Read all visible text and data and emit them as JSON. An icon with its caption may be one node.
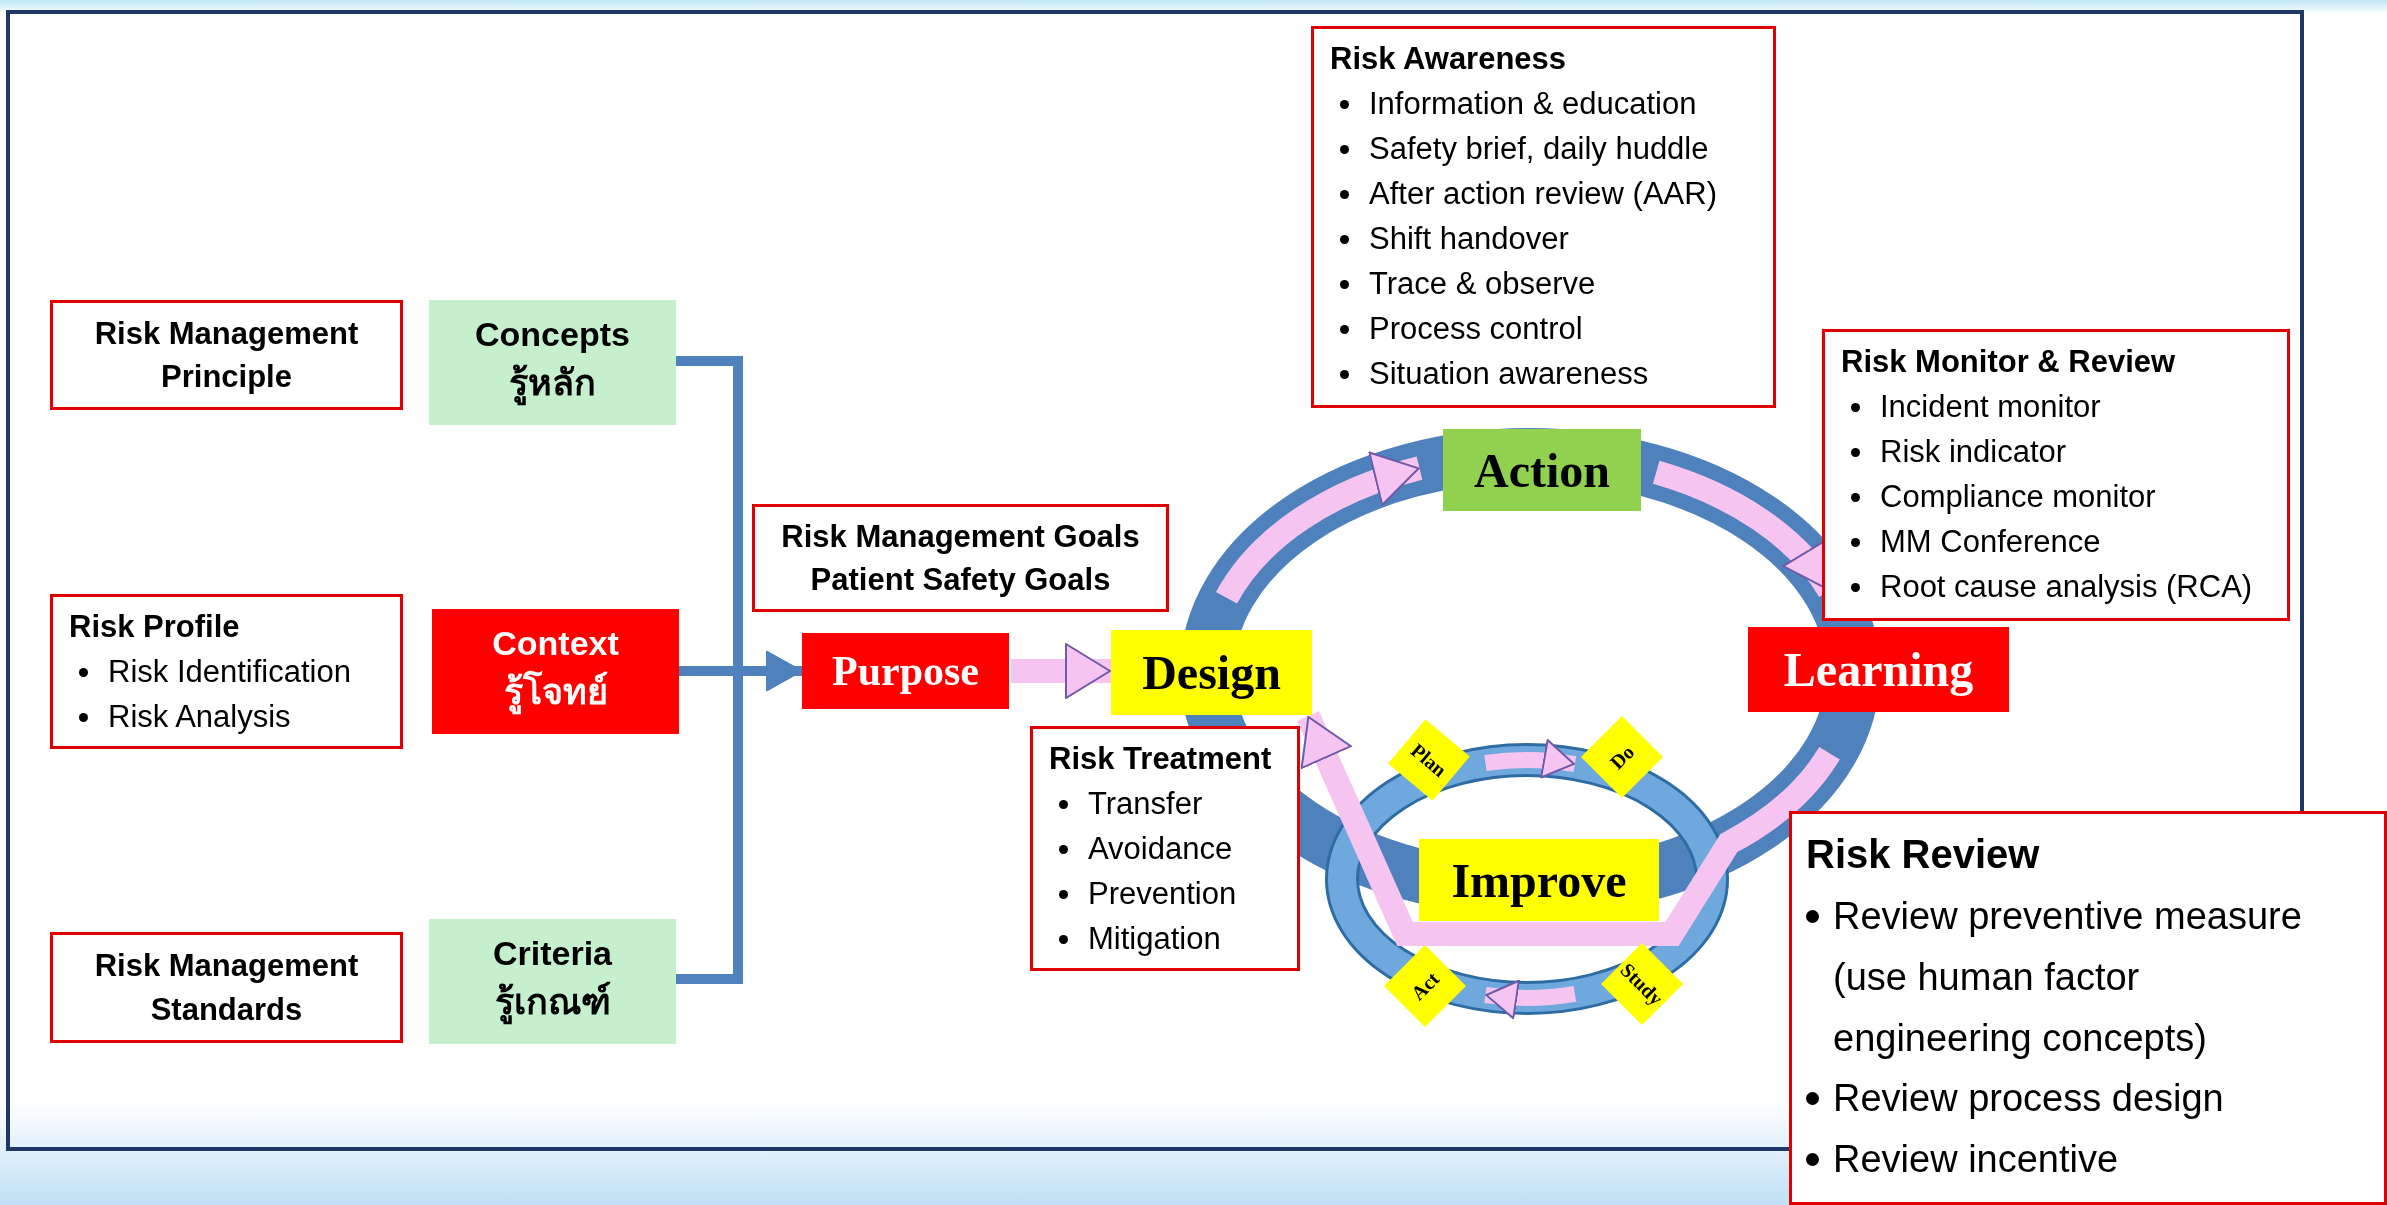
{
  "diagram": {
    "nodes": [
      {
        "text": [
          "Risk Management Principle"
        ]
      },
      {
        "text": [
          "Concepts",
          "รู้หลัก"
        ]
      },
      {
        "text": [
          "Risk Profile",
          "Risk Identification",
          "Risk Analysis"
        ]
      },
      {
        "text": [
          "Context",
          "รู้โจทย์"
        ]
      },
      {
        "text": [
          "Risk Management Standards"
        ]
      },
      {
        "text": [
          "Criteria",
          "รู้เกณฑ์"
        ]
      },
      {
        "text": [
          "Risk Management Goals",
          "Patient Safety Goals"
        ]
      },
      {
        "text": [
          "Purpose"
        ]
      },
      {
        "text": [
          "Design"
        ]
      },
      {
        "text": [
          "Risk Awareness",
          "Information & education",
          "Safety brief, daily huddle",
          "After action review (AAR)",
          "Shift handover",
          "Trace & observe",
          "Process control",
          "Situation awareness"
        ]
      },
      {
        "text": [
          "Action"
        ]
      },
      {
        "text": [
          "Risk Monitor & Review",
          "Incident monitor",
          "Risk indicator",
          "Compliance monitor",
          "MM Conference",
          "Root cause analysis (RCA)"
        ]
      },
      {
        "text": [
          "Learning"
        ]
      },
      {
        "text": [
          "Risk Treatment",
          "Transfer",
          "Avoidance",
          "Prevention",
          "Mitigation"
        ]
      },
      {
        "text": [
          "Improve"
        ]
      },
      {
        "text": [
          "Plan"
        ]
      },
      {
        "text": [
          "Do"
        ]
      },
      {
        "text": [
          "Study"
        ]
      },
      {
        "text": [
          "Act"
        ]
      },
      {
        "text": [
          "Risk Review",
          "Review preventive measure (use human factor engineering concepts)",
          "Review process design",
          "Review incentive"
        ]
      }
    ],
    "edges": [
      {
        "from": 1,
        "to": 7,
        "arrow": "to",
        "color": "#4f81bd"
      },
      {
        "from": 3,
        "to": 7,
        "arrow": "to",
        "color": "#4f81bd"
      },
      {
        "from": 5,
        "to": 7,
        "arrow": "to",
        "color": "#4f81bd"
      },
      {
        "from": 7,
        "to": 8,
        "arrow": "to"
      },
      {
        "from": 8,
        "to": 10,
        "arrow": "to"
      },
      {
        "from": 10,
        "to": 12,
        "arrow": "to"
      },
      {
        "from": 12,
        "to": 8,
        "arrow": "to"
      },
      {
        "from": 15,
        "to": 16,
        "arrow": "to"
      },
      {
        "from": 17,
        "to": 18,
        "arrow": "to"
      }
    ]
  }
}
